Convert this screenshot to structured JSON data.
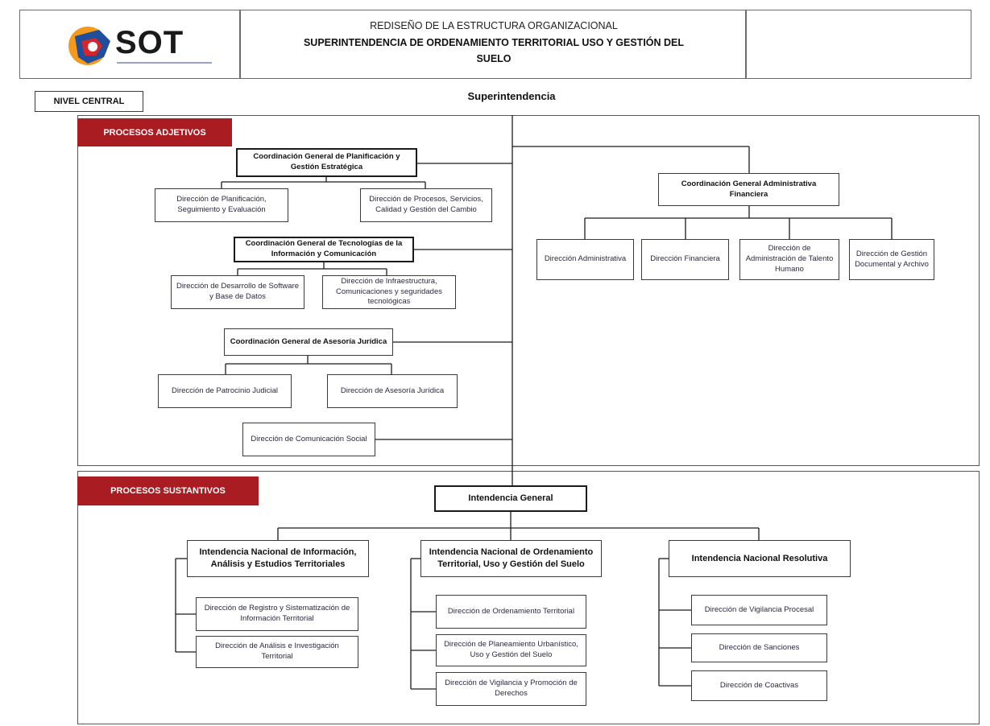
{
  "header": {
    "logo_text": "SOT",
    "title_line1": "REDISEÑO DE LA ESTRUCTURA ORGANIZACIONAL",
    "title_line2": "SUPERINTENDENCIA DE ORDENAMIENTO TERRITORIAL USO Y GESTIÓN DEL",
    "title_line3": "SUELO"
  },
  "nivel": "NIVEL CENTRAL",
  "top": "Superintendencia",
  "adjetivos": {
    "tag": "PROCESOS ADJETIVOS",
    "planificacion": {
      "title": "Coordinación General de Planificación y Gestión Estratégica",
      "children": [
        "Dirección de Planificación, Seguimiento y Evaluación",
        "Dirección de Procesos, Servicios, Calidad y Gestión del Cambio"
      ]
    },
    "tecnologias": {
      "title": "Coordinación General de Tecnologías de la Información y Comunicación",
      "children": [
        "Dirección de Desarrollo de Software y Base de Datos",
        "Dirección de Infraestructura, Comunicaciones y seguridades tecnológicas"
      ]
    },
    "juridica": {
      "title": "Coordinación General de Asesoría Jurídica",
      "children": [
        "Dirección de Patrocinio Judicial",
        "Dirección de Asesoría Jurídica"
      ]
    },
    "comunicacion": "Dirección de Comunicación Social",
    "administrativa": {
      "title": "Coordinación General Administrativa Financiera",
      "children": [
        "Dirección Administrativa",
        "Dirección Financiera",
        "Dirección de Administración de Talento Humano",
        "Dirección de Gestión Documental y Archivo"
      ]
    }
  },
  "sustantivos": {
    "tag": "PROCESOS SUSTANTIVOS",
    "intendencia_general": "Intendencia General",
    "informacion": {
      "title": "Intendencia Nacional de Información, Análisis y Estudios Territoriales",
      "children": [
        "Dirección de Registro y Sistematización de Información Territorial",
        "Dirección de Análisis e Investigación Territorial"
      ]
    },
    "ordenamiento": {
      "title": "Intendencia Nacional de Ordenamiento Territorial, Uso y Gestión del Suelo",
      "children": [
        "Dirección de Ordenamiento Territorial",
        "Dirección de Planeamiento Urbanístico, Uso y Gestión del Suelo",
        "Dirección de Vigilancia y Promoción de Derechos"
      ]
    },
    "resolutiva": {
      "title": "Intendencia Nacional Resolutiva",
      "children": [
        "Dirección de Vigilancia Procesal",
        "Dirección de Sanciones",
        "Dirección de Coactivas"
      ]
    }
  },
  "colors": {
    "tag_red": "#a81c22",
    "logo_orange": "#f39a1e",
    "logo_blue": "#1f4e9c",
    "logo_red": "#d7252b"
  }
}
